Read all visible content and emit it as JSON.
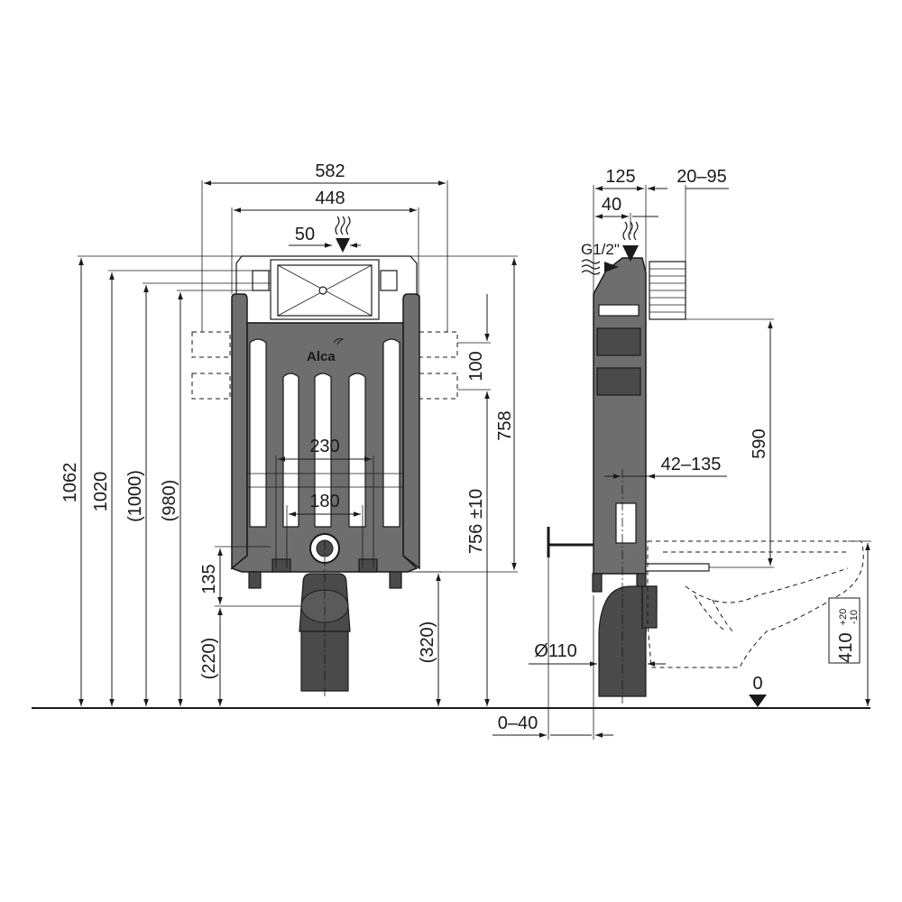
{
  "front_view": {
    "brand": "Alca",
    "widths": {
      "total": "582",
      "frame": "448",
      "inlet_offset": "50",
      "outer_bolts": "230",
      "inner_bolts": "180"
    },
    "heights": {
      "h1062": "1062",
      "h1020": "1020",
      "h1000": "(1000)",
      "h980": "(980)",
      "h758": "758",
      "h756": "756 ±10",
      "h320": "(320)",
      "h220": "(220)",
      "h135": "135",
      "h100": "100"
    }
  },
  "side_view": {
    "widths": {
      "depth": "125",
      "adjust": "20–95",
      "offset": "40",
      "pipe": "42–135",
      "wall_gap": "0–40",
      "drain": "Ø110"
    },
    "labels": {
      "inlet": "G1/2\""
    },
    "heights": {
      "h590": "590",
      "bowl_height": "410",
      "tol_plus": "+20",
      "tol_minus": "-10",
      "floor_zero": "0"
    }
  },
  "colors": {
    "frame": "#6e6e6e",
    "dark": "#4a4a4a",
    "line": "#1a1a1a"
  }
}
